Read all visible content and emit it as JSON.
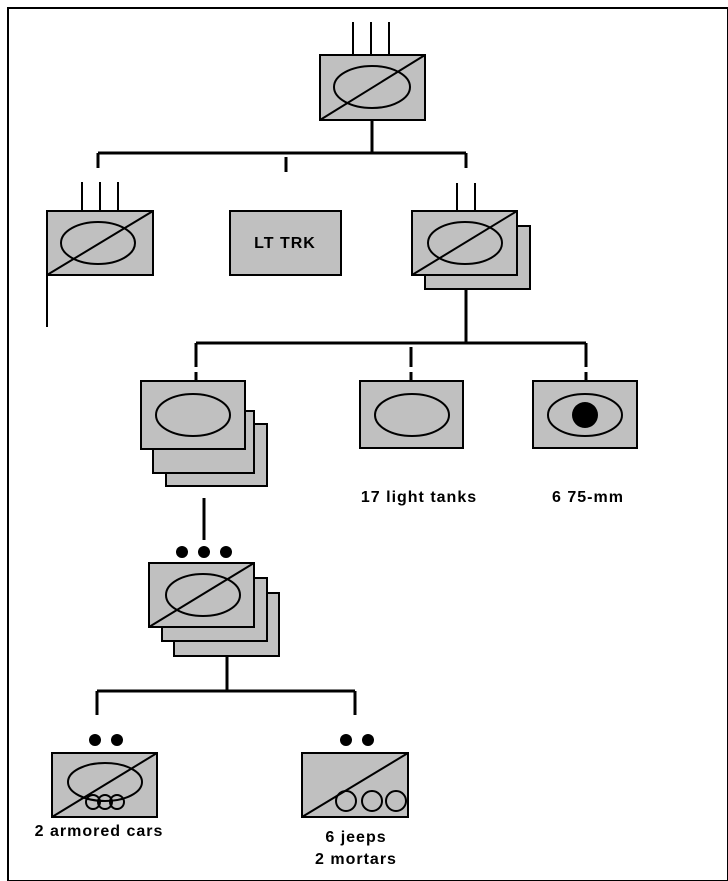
{
  "nodes": {
    "hq_group": {
      "symbol": "armored-cavalry",
      "echelon": "regiment"
    },
    "sub_left": {
      "symbol": "armored-cavalry",
      "echelon": "regiment"
    },
    "light_truck": {
      "label": "LT TRK"
    },
    "squadron": {
      "symbol": "armored-cavalry",
      "echelon": "battalion",
      "stacked": 2
    },
    "tank_companies": {
      "symbol": "armor",
      "stacked": 3
    },
    "light_tanks": {
      "symbol": "armor",
      "label": "17 light tanks"
    },
    "assault_guns": {
      "symbol": "armor-gun",
      "label": "6 75-mm"
    },
    "recon_troops": {
      "symbol": "armored-cavalry",
      "echelon": "platoon",
      "stacked": 3
    },
    "armored_cars": {
      "symbol": "armored-car",
      "echelon": "section",
      "label": "2 armored cars"
    },
    "jeeps": {
      "symbol": "cavalry-wheeled",
      "echelon": "section",
      "label_line1": "6 jeeps",
      "label_line2": "2 mortars"
    }
  },
  "colors": {
    "symbol_fill": "#c0c0c0",
    "line": "#000000",
    "background": "#ffffff"
  }
}
